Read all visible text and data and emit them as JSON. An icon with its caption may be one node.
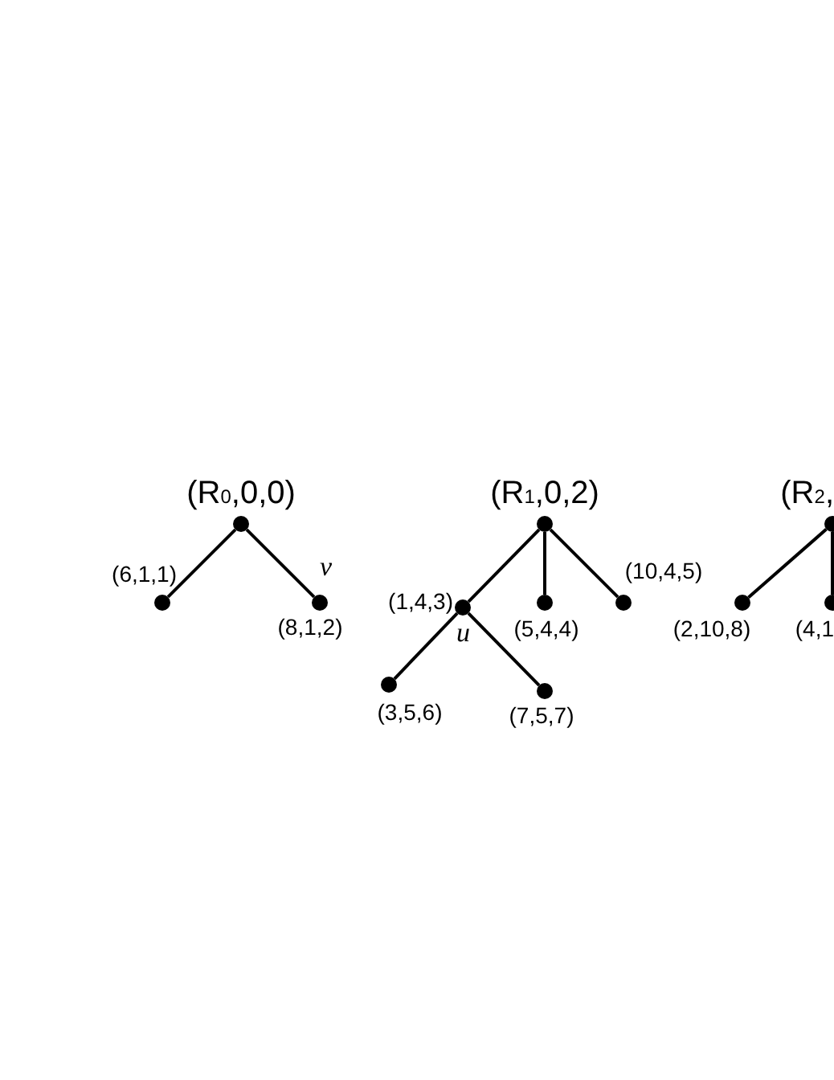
{
  "diagram": {
    "nodes": [
      {
        "text": [
          "(R$_{0}$,0,0)"
        ]
      },
      {
        "text": [
          "(6,1,1)"
        ]
      },
      {
        "text": [
          "(8,1,2)"
        ],
        "beside": [
          "v"
        ]
      },
      {
        "text": [
          "(R$_{1}$,0,2)"
        ]
      },
      {
        "text": [
          "(1,4,3)"
        ],
        "beside": [
          "u"
        ]
      },
      {
        "text": [
          "(5,4,4)"
        ]
      },
      {
        "text": [
          "(10,4,5)"
        ]
      },
      {
        "text": [
          "(3,5,6)"
        ]
      },
      {
        "text": [
          "(7,5,7)"
        ]
      },
      {
        "text": [
          "(R$_{2}$,"
        ]
      },
      {
        "text": [
          "(2,10,8)"
        ]
      },
      {
        "text": [
          "(4,1"
        ]
      }
    ],
    "edges": [
      {
        "from": 0,
        "to": 1,
        "arrow": "none"
      },
      {
        "from": 0,
        "to": 2,
        "arrow": "none"
      },
      {
        "from": 3,
        "to": 4,
        "arrow": "none"
      },
      {
        "from": 3,
        "to": 5,
        "arrow": "none"
      },
      {
        "from": 3,
        "to": 6,
        "arrow": "none"
      },
      {
        "from": 4,
        "to": 7,
        "arrow": "none"
      },
      {
        "from": 4,
        "to": 8,
        "arrow": "none"
      },
      {
        "from": 9,
        "to": 10,
        "arrow": "none"
      },
      {
        "from": 9,
        "to": 11,
        "arrow": "none"
      }
    ]
  }
}
